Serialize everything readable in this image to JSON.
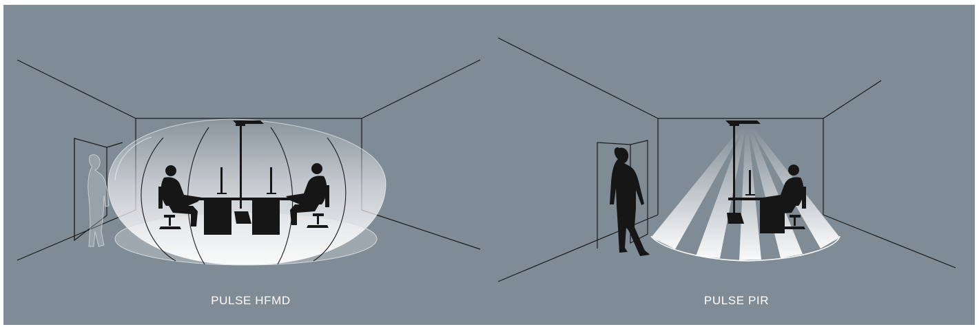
{
  "colors": {
    "background": "#7f8b95",
    "line": "#1a1a1a",
    "silhouette": "#161616",
    "field": "#ffffff",
    "caption": "#ffffff"
  },
  "left_scene": {
    "caption": "PULSE HFMD",
    "detection_type": "dome-field"
  },
  "right_scene": {
    "caption": "PULSE PIR",
    "detection_type": "beam-fan"
  }
}
